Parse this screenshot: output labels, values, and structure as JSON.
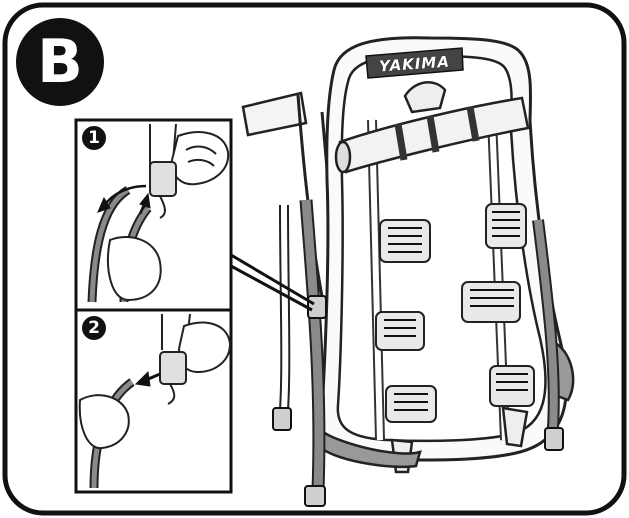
{
  "panel": {
    "badge_letter": "B",
    "brand_label": "YAKIMA",
    "steps": [
      {
        "number": "1",
        "action": "pull-strap-through-buckle"
      },
      {
        "number": "2",
        "action": "remove-strap-end"
      }
    ]
  },
  "icons": [
    "arrow-icon",
    "hand-icon",
    "buckle-icon",
    "bike-rack-icon"
  ],
  "colors": {
    "ink": "#111111",
    "strap": "#8a8a8a",
    "background": "#ffffff"
  }
}
